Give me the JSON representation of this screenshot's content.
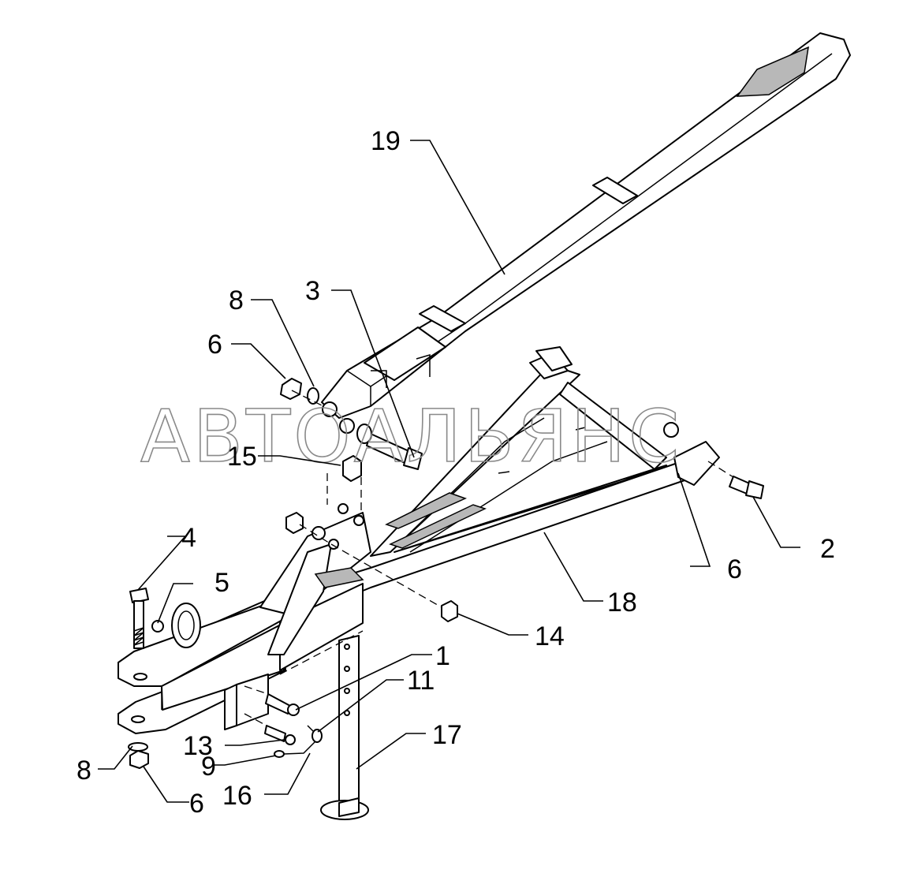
{
  "watermark": "АВТОАЛЬЯНС",
  "callouts": {
    "c19": "19",
    "c8_top": "8",
    "c3": "3",
    "c6_top": "6",
    "c15": "15",
    "c4": "4",
    "c5": "5",
    "c2": "2",
    "c6_right": "6",
    "c18": "18",
    "c14": "14",
    "c1": "1",
    "c11": "11",
    "c17": "17",
    "c13": "13",
    "c9": "9",
    "c16": "16",
    "c8_bottom": "8",
    "c6_bottom": "6"
  }
}
